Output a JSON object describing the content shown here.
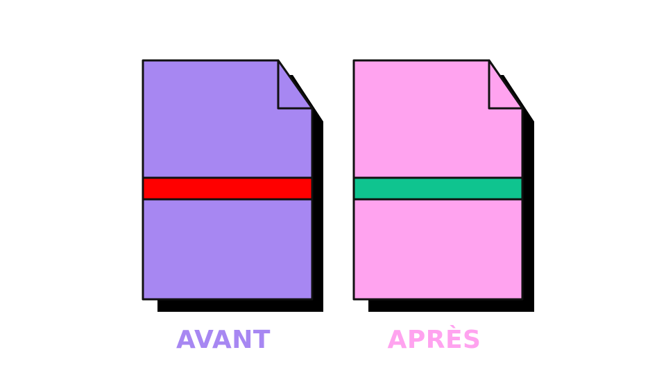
{
  "colors": {
    "background": "#ffffff",
    "outline": "#111111",
    "shadow": "#000000",
    "before_doc": "#a787f2",
    "before_band": "#ff0000",
    "after_doc": "#ffa3ef",
    "after_band": "#0fc48f"
  },
  "documents": [
    {
      "id": "before",
      "icon": "document-icon",
      "label": "AVANT",
      "fill_key": "before_doc",
      "band_key": "before_band"
    },
    {
      "id": "after",
      "icon": "document-icon",
      "label": "APRÈS",
      "fill_key": "after_doc",
      "band_key": "after_band"
    }
  ]
}
